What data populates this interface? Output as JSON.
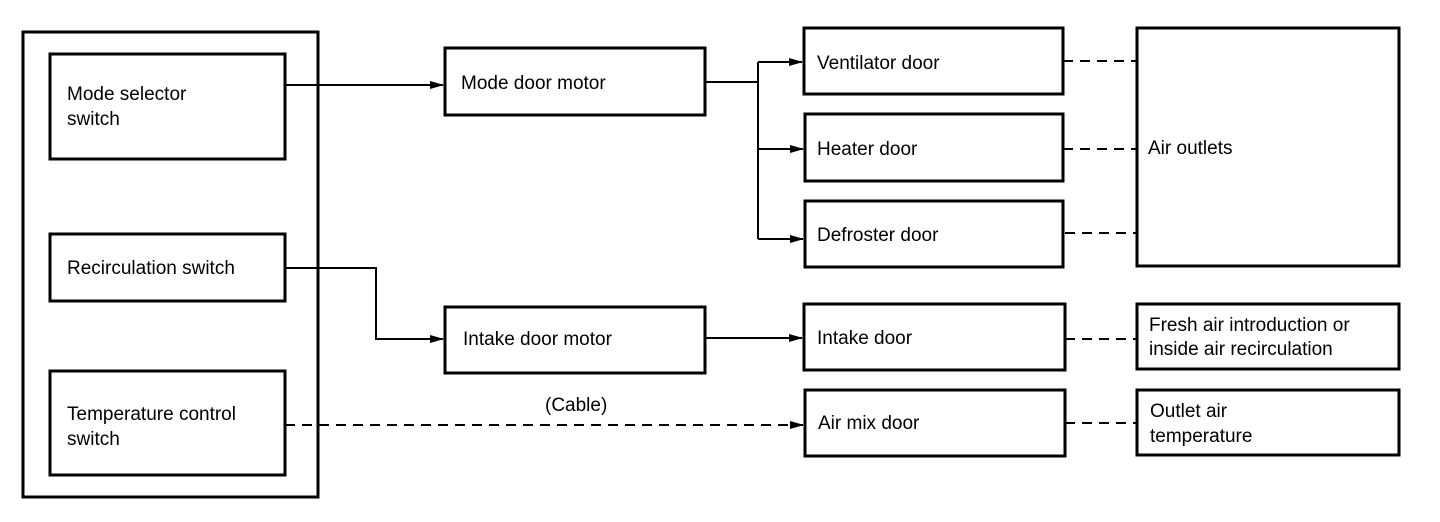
{
  "diagram": {
    "control_panel": {
      "mode_selector": [
        "Mode selector",
        "switch"
      ],
      "recirculation": [
        "Recirculation switch"
      ],
      "temperature": [
        "Temperature control",
        "switch"
      ]
    },
    "actuators": {
      "mode_door_motor": "Mode door motor",
      "intake_door_motor": "Intake door motor"
    },
    "cable_label": "(Cable)",
    "doors": {
      "ventilator": "Ventilator door",
      "heater": "Heater door",
      "defroster": "Defroster door",
      "intake": "Intake door",
      "air_mix": "Air mix door"
    },
    "results": {
      "air_outlets": "Air outlets",
      "fresh_air": [
        "Fresh air introduction or",
        "inside air recirculation"
      ],
      "outlet_temp": [
        "Outlet air",
        "temperature"
      ]
    }
  }
}
